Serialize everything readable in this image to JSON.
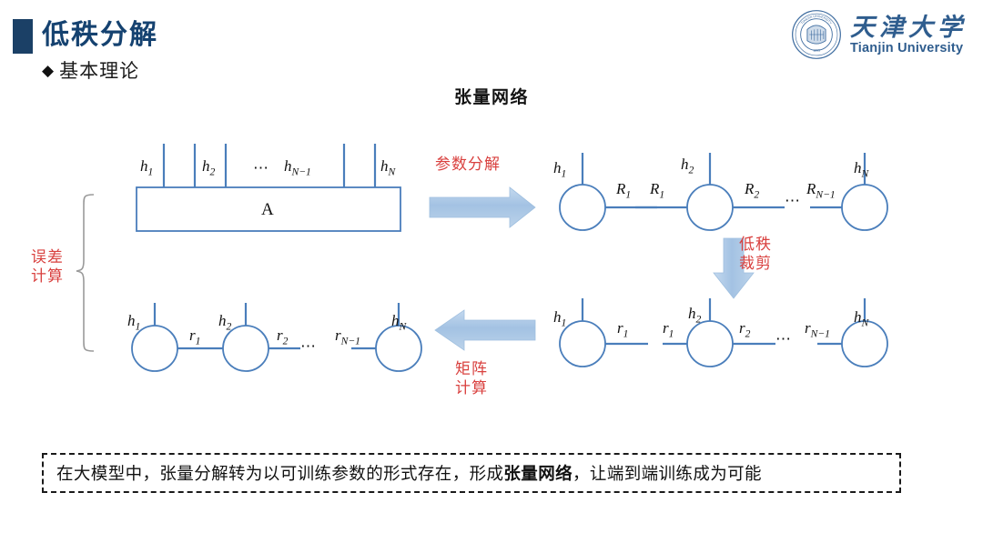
{
  "header": {
    "title": "低秩分解",
    "subtitle_bullet": "◆",
    "subtitle": "基本理论",
    "accent_color": "#1b4066",
    "title_color": "#154270"
  },
  "logo": {
    "seal_name": "tianjin-university-seal-icon",
    "chinese": "天津大学",
    "english": "Tianjin University",
    "color": "#2f5d8e"
  },
  "diagram": {
    "heading": "张量网络",
    "node_color": "#4a7ebb",
    "arrow_color": "#a7c4e4",
    "annotation_color": "#d9413f",
    "tensor_box_label": "A",
    "annotations": {
      "parameter_decomposition": "参数分解",
      "low_rank_pruning_line1": "低秩",
      "low_rank_pruning_line2": "裁剪",
      "matrix_computation_line1": "矩阵",
      "matrix_computation_line2": "计算",
      "error_computation_line1": "误差",
      "error_computation_line2": "计算"
    },
    "panel_tensor_a": {
      "name": "单个大张量 A",
      "legs": [
        "h1",
        "h2",
        "hN-1",
        "hN"
      ],
      "leg_labels": [
        "h",
        "h",
        "h",
        "h"
      ],
      "leg_subs": [
        "1",
        "2",
        "N−1",
        "N"
      ],
      "ellipsis": "⋯"
    },
    "panel_decomposed": {
      "name": "分解后的张量核（未连接）",
      "node_count": 3,
      "physical_labels": [
        "h",
        "h",
        "h"
      ],
      "physical_subs": [
        "1",
        "2",
        "N"
      ],
      "bond_labels": [
        "R",
        "R",
        "R",
        "R"
      ],
      "bond_subs": [
        "1",
        "1",
        "2",
        "N−1"
      ],
      "ellipsis": "⋯"
    },
    "panel_pruned": {
      "name": "低秩裁剪后的张量核（未连接）",
      "node_count": 3,
      "physical_labels": [
        "h",
        "h",
        "h"
      ],
      "physical_subs": [
        "1",
        "2",
        "N"
      ],
      "bond_labels": [
        "r",
        "r",
        "r",
        "r"
      ],
      "bond_subs": [
        "1",
        "1",
        "2",
        "N−1"
      ],
      "ellipsis": "⋯"
    },
    "panel_contracted": {
      "name": "张量网络链（已连接）",
      "node_count": 3,
      "physical_labels": [
        "h",
        "h",
        "h"
      ],
      "physical_subs": [
        "1",
        "2",
        "N"
      ],
      "bond_labels": [
        "r",
        "r",
        "r"
      ],
      "bond_subs": [
        "1",
        "2",
        "N−1"
      ],
      "ellipsis": "⋯"
    }
  },
  "caption": {
    "part1": "在大模型中，张量分解转为以可训练参数的形式存在，形成",
    "emphasis": "张量网络",
    "part2": "，让端到端训练成为可能"
  }
}
